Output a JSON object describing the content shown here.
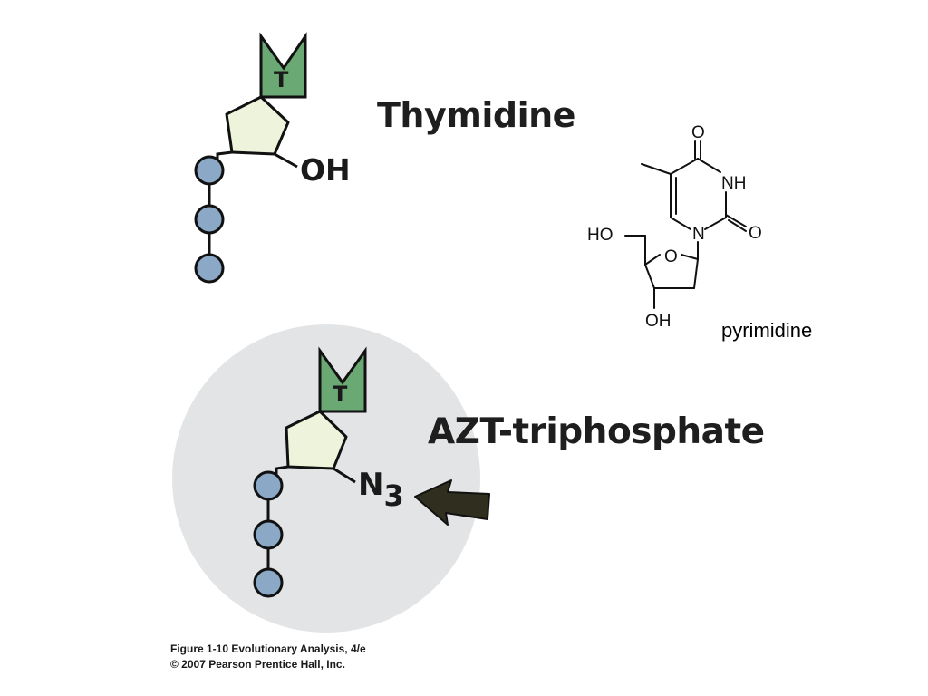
{
  "thymidine": {
    "title": "Thymidine",
    "base_label": "T",
    "group_label": "OH"
  },
  "azt": {
    "title": "AZT-triphosphate",
    "base_label": "T",
    "group_label": "N",
    "group_subscript": "3"
  },
  "structure": {
    "atoms": {
      "o_top": "O",
      "nh": "NH",
      "o_right": "O",
      "n": "N",
      "ho": "HO",
      "o_ring": "O",
      "oh": "OH"
    },
    "caption": "pyrimidine"
  },
  "figure_caption": {
    "line1": "Figure 1-10  Evolutionary Analysis, 4/e",
    "line2": "© 2007 Pearson Prentice Hall, Inc."
  },
  "colors": {
    "base_green": "#6aa874",
    "sugar_fill": "#eef4dc",
    "phosphate_blue": "#8ba8c6",
    "highlight_circle": "#e3e4e6",
    "arrow": "#2f2e1f"
  }
}
